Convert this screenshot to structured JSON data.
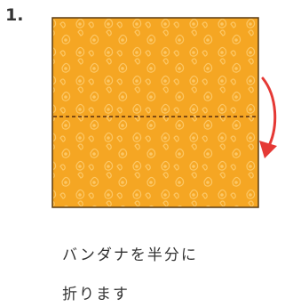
{
  "step": {
    "number": "1."
  },
  "bandana": {
    "fill_color": "#F5A623",
    "pattern": "paisley",
    "fold_line": "dashed-horizontal-center"
  },
  "fold_arrow": {
    "icon": "curved-arrow-down-icon",
    "color": "#E53935"
  },
  "caption": {
    "line1": "バンダナを半分に",
    "line2": "折ります"
  }
}
